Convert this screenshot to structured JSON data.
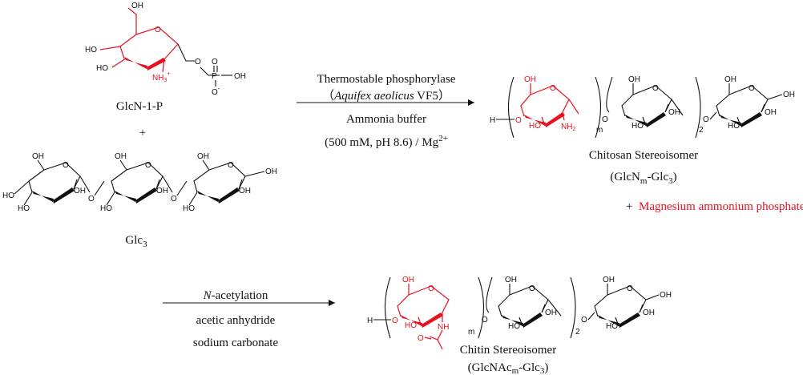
{
  "colors": {
    "accent": "#e8101e",
    "ink": "#111111",
    "background": "#ffffff"
  },
  "reagents": {
    "donor_label": "GlcN-1-P",
    "plus_sign": "+",
    "acceptor_label_main": "Glc",
    "acceptor_label_sub": "3"
  },
  "step1": {
    "enzyme": "Thermostable phosphorylase",
    "organism_open": "（",
    "organism_italic": "Aquifex aeolicus",
    "organism_rest": " VF5）",
    "buffer": "Ammonia buffer",
    "conditions_main": "(500 mM, pH 8.6) / Mg",
    "conditions_sup": "2+"
  },
  "product1": {
    "name": "Chitosan Stereoisomer",
    "formula_a": "(GlcN",
    "formula_sub_m": "m",
    "formula_b": "-Glc",
    "formula_sub_3": "3",
    "formula_c": ")",
    "byproduct_plus": "+",
    "byproduct": "Magnesium ammonium phosphate↓"
  },
  "step2": {
    "reaction_italic": "N",
    "reaction_rest": "-acetylation",
    "reagent1": "acetic anhydride",
    "reagent2": "sodium carbonate"
  },
  "product2": {
    "name": "Chitin Stereoisomer",
    "formula_a": "(GlcNAc",
    "formula_sub_m": "m",
    "formula_b": "-Glc",
    "formula_sub_3": "3",
    "formula_c": ")"
  },
  "atoms": {
    "oh": "OH",
    "ho": "HO",
    "o": "O",
    "nh3": "NH",
    "nh3_sup": "3",
    "nh3_charge": "+",
    "p": "P",
    "o_minus": "O",
    "minus": "-",
    "nh2": "NH",
    "nh2_sub": "2",
    "h_dash": "H",
    "nh": "NH",
    "m": "m",
    "two": "2"
  }
}
